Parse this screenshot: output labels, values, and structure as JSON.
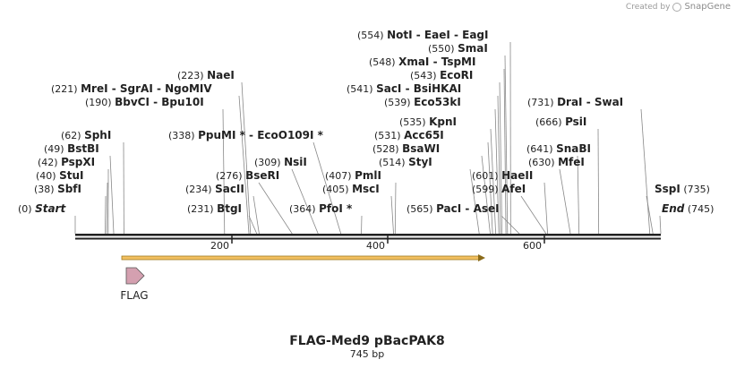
{
  "credit": {
    "prefix": "Created by",
    "brand": "SnapGene"
  },
  "title": "FLAG-Med9 pBacPAK8",
  "length_label": "745 bp",
  "sequence_length": 745,
  "ruler": {
    "ticks": [
      "200",
      "400",
      "600"
    ]
  },
  "feature": {
    "name": "FLAG",
    "start": 55,
    "end": 100,
    "color": "#d4a0b0"
  },
  "orf": {
    "start": 55,
    "end": 520,
    "color": "#f2c060"
  },
  "sites": [
    {
      "pos": "(0)",
      "name": "Start",
      "italic": true,
      "bp": 0
    },
    {
      "pos": "(38)",
      "name": "SbfI",
      "bp": 38
    },
    {
      "pos": "(40)",
      "name": "StuI",
      "bp": 40
    },
    {
      "pos": "(42)",
      "name": "PspXI",
      "bp": 42
    },
    {
      "pos": "(49)",
      "name": "BstBI",
      "bp": 49
    },
    {
      "pos": "(62)",
      "name": "SphI",
      "bp": 62
    },
    {
      "pos": "(190)",
      "name": "BbvCI  - Bpu10I",
      "bp": 190
    },
    {
      "pos": "(221)",
      "name": "MreI  - SgrAI  - NgoMIV",
      "bp": 221
    },
    {
      "pos": "(223)",
      "name": "NaeI",
      "bp": 223
    },
    {
      "pos": "(231)",
      "name": "BtgI",
      "bp": 231
    },
    {
      "pos": "(234)",
      "name": "SacII",
      "bp": 234
    },
    {
      "pos": "(276)",
      "name": "BseRI",
      "bp": 276
    },
    {
      "pos": "(309)",
      "name": "NsiI",
      "bp": 309
    },
    {
      "pos": "(338)",
      "name": "PpuMI *  - EcoO109I *",
      "bp": 338
    },
    {
      "pos": "(364)",
      "name": "PfoI *",
      "bp": 364
    },
    {
      "pos": "(405)",
      "name": "MscI",
      "bp": 405
    },
    {
      "pos": "(407)",
      "name": "PmlI",
      "bp": 407
    },
    {
      "pos": "(514)",
      "name": "StyI",
      "bp": 514
    },
    {
      "pos": "(528)",
      "name": "BsaWI",
      "bp": 528
    },
    {
      "pos": "(531)",
      "name": "Acc65I",
      "bp": 531
    },
    {
      "pos": "(535)",
      "name": "KpnI",
      "bp": 535
    },
    {
      "pos": "(539)",
      "name": "Eco53kI",
      "bp": 539
    },
    {
      "pos": "(541)",
      "name": "SacI  - BsiHKAI",
      "bp": 541
    },
    {
      "pos": "(543)",
      "name": "EcoRI",
      "bp": 543
    },
    {
      "pos": "(548)",
      "name": "XmaI  - TspMI",
      "bp": 548
    },
    {
      "pos": "(550)",
      "name": "SmaI",
      "bp": 550
    },
    {
      "pos": "(554)",
      "name": "NotI  - EaeI  - EagI",
      "bp": 554
    },
    {
      "pos": "(565)",
      "name": "PacI  - AseI",
      "bp": 565
    },
    {
      "pos": "(599)",
      "name": "AfeI",
      "bp": 599
    },
    {
      "pos": "(601)",
      "name": "HaeII",
      "bp": 601
    },
    {
      "pos": "(630)",
      "name": "MfeI",
      "bp": 630
    },
    {
      "pos": "(641)",
      "name": "SnaBI",
      "bp": 641
    },
    {
      "pos": "(666)",
      "name": "PsiI",
      "bp": 666
    },
    {
      "pos": "(731)",
      "name": "DraI  - SwaI",
      "bp": 731
    },
    {
      "pos": "(735)",
      "name": "SspI",
      "bp": 735,
      "side": "right"
    },
    {
      "pos": "(745)",
      "name": "End",
      "italic": true,
      "bp": 745,
      "side": "right"
    }
  ]
}
